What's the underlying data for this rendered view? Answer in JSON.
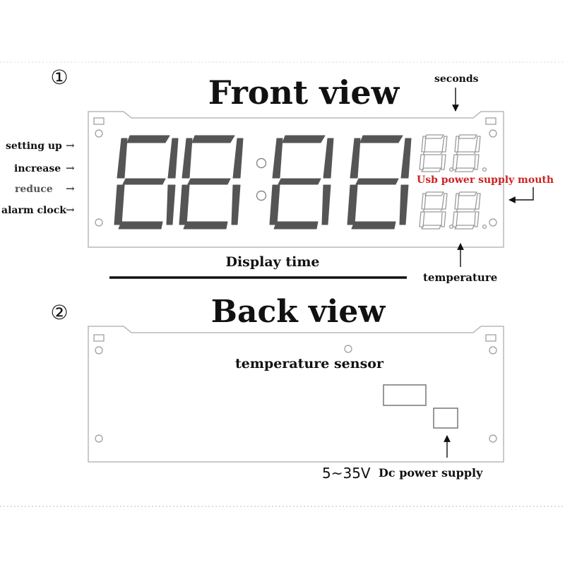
{
  "front": {
    "number": "①",
    "title": "Front view",
    "labels": {
      "setting_up": "setting up",
      "increase": "increase",
      "reduce": "reduce",
      "alarm_clock": "alarm clock",
      "seconds": "seconds",
      "usb": "Usb power supply mouth",
      "display_time": "Display time",
      "temperature": "temperature"
    },
    "arrow_glyph": "→"
  },
  "back": {
    "number": "②",
    "title": "Back view",
    "labels": {
      "temperature_sensor": "temperature sensor",
      "voltage": "5~35V",
      "power": "Dc power supply"
    }
  },
  "colors": {
    "ink": "#111111",
    "outline": "#b9b9b9",
    "segment": "#555555",
    "small_segment": "#9a9a9a",
    "usb_label": "#cc2222",
    "reduce_label": "#555555"
  }
}
